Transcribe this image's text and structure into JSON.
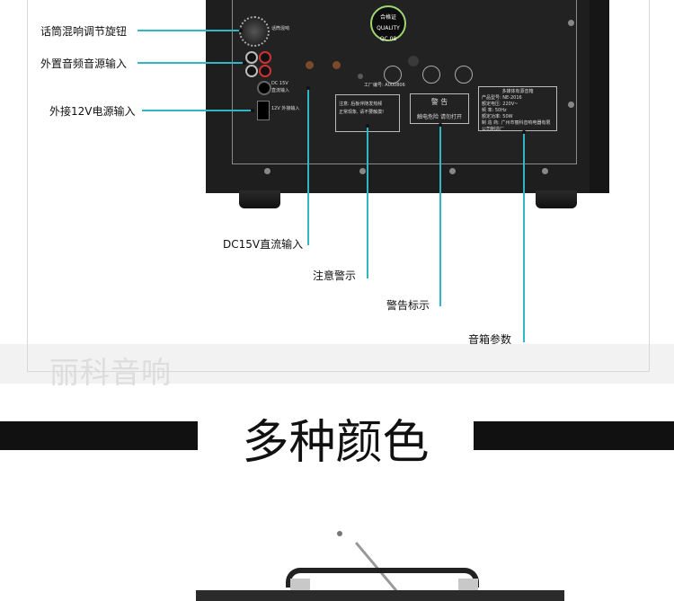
{
  "callouts": {
    "mic_reverb_knob": "话筒混响调节旋钮",
    "ext_audio_input": "外置音频音源输入",
    "ext_12v_input": "外接12V电源输入",
    "dc15v_input": "DC15V直流输入",
    "notice": "注意警示",
    "warning_mark": "警告标示",
    "speaker_params": "音箱参数"
  },
  "panel": {
    "knob_label": "话筒混响",
    "dc_label": "DC 15V",
    "dc_label2": "直流输入",
    "v12_label": "12V 外接输入",
    "factory_no": "工厂编号: A000806",
    "badge_top": "合格证",
    "badge_mid": "QUALITY",
    "badge_bottom": "QC 08",
    "notice_text_1": "注意: 后板伴随发热频",
    "notice_text_2": "正常现象, 请不要触摸!",
    "warning_title": "警 告",
    "warning_text": "触电危险 请勿打开",
    "params_title": "多媒体有源音箱",
    "params_model_label": "产品型号:",
    "params_model": "NE-2016",
    "params_voltage_label": "额定电压:",
    "params_voltage": "220V~",
    "params_freq_label": "频 率:",
    "params_freq": "50Hz",
    "params_power_label": "额定功率:",
    "params_power": "50W",
    "params_maker_label": "制 造 商:",
    "params_maker": "广州市丽科音响电器有限公司制造厂"
  },
  "watermark": "丽科音响",
  "section": {
    "title": "多种颜色"
  }
}
